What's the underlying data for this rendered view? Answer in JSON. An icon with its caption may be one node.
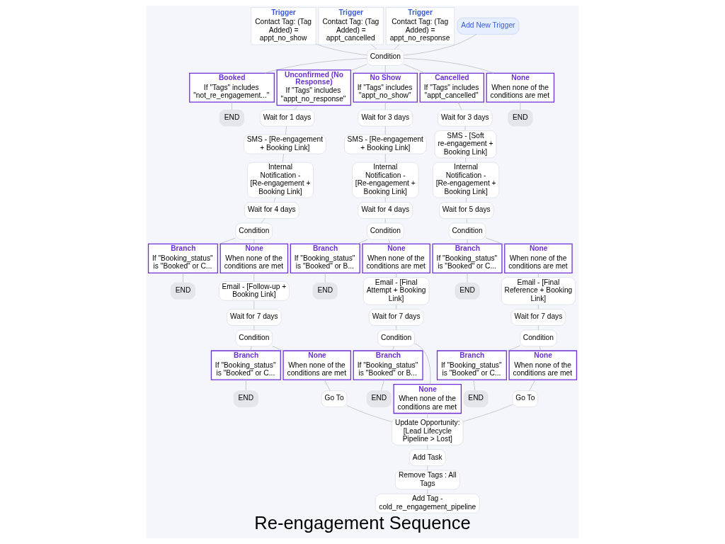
{
  "diagram": {
    "title": "Re-engagement Sequence",
    "nodes": [
      {
        "text": [
          "Trigger",
          "Contact Tag: (Tag Added) = appt_no_show"
        ]
      },
      {
        "text": [
          "Trigger",
          "Contact Tag: (Tag Added) = appt_cancelled"
        ]
      },
      {
        "text": [
          "Trigger",
          "Contact Tag: (Tag Added) = appt_no_response"
        ]
      },
      {
        "text": [
          "Add New Trigger"
        ]
      },
      {
        "text": [
          "Condition"
        ]
      },
      {
        "text": [
          "Booked",
          "If \"Tags\" includes \"not_re_engagement...\""
        ]
      },
      {
        "text": [
          "Unconfirmed (No Response)",
          "If \"Tags\" includes \"appt_no_response\""
        ]
      },
      {
        "text": [
          "No Show",
          "If \"Tags\" includes \"appt_no_show\""
        ]
      },
      {
        "text": [
          "Cancelled",
          "If \"Tags\" includes \"appt_cancelled\""
        ]
      },
      {
        "text": [
          "None",
          "When none of the conditions are met"
        ]
      },
      {
        "text": [
          "END"
        ]
      },
      {
        "text": [
          "END"
        ]
      },
      {
        "text": [
          "Wait for 1 days"
        ]
      },
      {
        "text": [
          "SMS - [Re-engagement + Booking Link]"
        ]
      },
      {
        "text": [
          "Internal Notification - [Re-engagement + Booking Link]"
        ]
      },
      {
        "text": [
          "Wait for 4 days"
        ]
      },
      {
        "text": [
          "Condition"
        ]
      },
      {
        "text": [
          "Wait for 3 days"
        ]
      },
      {
        "text": [
          "SMS - [Re-engagement + Booking Link]"
        ]
      },
      {
        "text": [
          "Internal Notification - [Re-engagement + Booking Link]"
        ]
      },
      {
        "text": [
          "Wait for 4 days"
        ]
      },
      {
        "text": [
          "Condition"
        ]
      },
      {
        "text": [
          "Wait for 3 days"
        ]
      },
      {
        "text": [
          "SMS - [Soft re-engagement + Booking Link]"
        ]
      },
      {
        "text": [
          "Internal Notification - [Re-engagement + Booking Link]"
        ]
      },
      {
        "text": [
          "Wait for 5 days"
        ]
      },
      {
        "text": [
          "Condition"
        ]
      },
      {
        "text": [
          "Branch",
          "If \"Booking_status\" is \"Booked\" or C..."
        ]
      },
      {
        "text": [
          "None",
          "When none of the conditions are met"
        ]
      },
      {
        "text": [
          "END"
        ]
      },
      {
        "text": [
          "Email - [Follow-up + Booking Link]"
        ]
      },
      {
        "text": [
          "Wait for 7 days"
        ]
      },
      {
        "text": [
          "Condition"
        ]
      },
      {
        "text": [
          "Branch",
          "If \"Booking_status\" is \"Booked\" or C..."
        ]
      },
      {
        "text": [
          "None",
          "When none of the conditions are met"
        ]
      },
      {
        "text": [
          "END"
        ]
      },
      {
        "text": [
          "Go To"
        ]
      },
      {
        "text": [
          "Branch",
          "If \"Booking_status\" is \"Booked\" or B..."
        ]
      },
      {
        "text": [
          "None",
          "When none of the conditions are met"
        ]
      },
      {
        "text": [
          "END"
        ]
      },
      {
        "text": [
          "Email - [Final Attempt + Booking Link]"
        ]
      },
      {
        "text": [
          "Wait for 7 days"
        ]
      },
      {
        "text": [
          "Condition"
        ]
      },
      {
        "text": [
          "Branch",
          "If \"Booking_status\" is \"Booked\" or B..."
        ]
      },
      {
        "text": [
          "None",
          "When none of the conditions are met"
        ]
      },
      {
        "text": [
          "END"
        ]
      },
      {
        "text": [
          "Update Opportunity: [Lead Lifecycle Pipeline > Lost]"
        ]
      },
      {
        "text": [
          "Branch",
          "If \"Booking_status\" is \"Booked\" or C..."
        ]
      },
      {
        "text": [
          "None",
          "When none of the conditions are met"
        ]
      },
      {
        "text": [
          "END"
        ]
      },
      {
        "text": [
          "Email - [Final Reference + Booking Link]"
        ]
      },
      {
        "text": [
          "Wait for 7 days"
        ]
      },
      {
        "text": [
          "Condition"
        ]
      },
      {
        "text": [
          "Branch",
          "If \"Booking_status\" is \"Booked\" or C..."
        ]
      },
      {
        "text": [
          "None",
          "When none of the conditions are met"
        ]
      },
      {
        "text": [
          "END"
        ]
      },
      {
        "text": [
          "Go To"
        ]
      },
      {
        "text": [
          "Add Task"
        ]
      },
      {
        "text": [
          "Remove Tags : All Tags"
        ]
      },
      {
        "text": [
          "Add Tag - cold_re_engagement_pipeline"
        ]
      }
    ],
    "edges": [
      {
        "from": 0,
        "to": 4,
        "arrow": "none"
      },
      {
        "from": 1,
        "to": 4,
        "arrow": "none"
      },
      {
        "from": 2,
        "to": 4,
        "arrow": "none"
      },
      {
        "from": 3,
        "to": 4,
        "arrow": "none"
      },
      {
        "from": 4,
        "to": 5,
        "arrow": "none"
      },
      {
        "from": 4,
        "to": 6,
        "arrow": "none"
      },
      {
        "from": 4,
        "to": 7,
        "arrow": "none"
      },
      {
        "from": 4,
        "to": 8,
        "arrow": "none"
      },
      {
        "from": 4,
        "to": 9,
        "arrow": "none"
      },
      {
        "from": 5,
        "to": 10,
        "arrow": "none"
      },
      {
        "from": 9,
        "to": 11,
        "arrow": "none"
      },
      {
        "from": 6,
        "to": 12,
        "arrow": "none"
      },
      {
        "from": 12,
        "to": 13,
        "arrow": "none"
      },
      {
        "from": 13,
        "to": 14,
        "arrow": "none"
      },
      {
        "from": 14,
        "to": 15,
        "arrow": "none"
      },
      {
        "from": 15,
        "to": 16,
        "arrow": "none"
      },
      {
        "from": 7,
        "to": 17,
        "arrow": "none"
      },
      {
        "from": 17,
        "to": 18,
        "arrow": "none"
      },
      {
        "from": 18,
        "to": 19,
        "arrow": "none"
      },
      {
        "from": 19,
        "to": 20,
        "arrow": "none"
      },
      {
        "from": 20,
        "to": 21,
        "arrow": "none"
      },
      {
        "from": 8,
        "to": 22,
        "arrow": "none"
      },
      {
        "from": 22,
        "to": 23,
        "arrow": "none"
      },
      {
        "from": 23,
        "to": 24,
        "arrow": "none"
      },
      {
        "from": 24,
        "to": 25,
        "arrow": "none"
      },
      {
        "from": 25,
        "to": 26,
        "arrow": "none"
      },
      {
        "from": 16,
        "to": 27,
        "arrow": "none"
      },
      {
        "from": 16,
        "to": 28,
        "arrow": "none"
      },
      {
        "from": 27,
        "to": 29,
        "arrow": "none"
      },
      {
        "from": 28,
        "to": 30,
        "arrow": "none"
      },
      {
        "from": 30,
        "to": 31,
        "arrow": "none"
      },
      {
        "from": 31,
        "to": 32,
        "arrow": "none"
      },
      {
        "from": 32,
        "to": 33,
        "arrow": "none"
      },
      {
        "from": 32,
        "to": 34,
        "arrow": "none"
      },
      {
        "from": 33,
        "to": 35,
        "arrow": "none"
      },
      {
        "from": 34,
        "to": 36,
        "arrow": "none"
      },
      {
        "from": 21,
        "to": 37,
        "arrow": "none"
      },
      {
        "from": 21,
        "to": 38,
        "arrow": "none"
      },
      {
        "from": 37,
        "to": 39,
        "arrow": "none"
      },
      {
        "from": 38,
        "to": 40,
        "arrow": "none"
      },
      {
        "from": 40,
        "to": 41,
        "arrow": "none"
      },
      {
        "from": 41,
        "to": 42,
        "arrow": "none"
      },
      {
        "from": 42,
        "to": 43,
        "arrow": "none"
      },
      {
        "from": 42,
        "to": 44,
        "arrow": "none"
      },
      {
        "from": 43,
        "to": 45,
        "arrow": "none"
      },
      {
        "from": 44,
        "to": 46,
        "arrow": "none"
      },
      {
        "from": 26,
        "to": 47,
        "arrow": "none"
      },
      {
        "from": 26,
        "to": 48,
        "arrow": "none"
      },
      {
        "from": 47,
        "to": 49,
        "arrow": "none"
      },
      {
        "from": 48,
        "to": 50,
        "arrow": "none"
      },
      {
        "from": 50,
        "to": 51,
        "arrow": "none"
      },
      {
        "from": 51,
        "to": 52,
        "arrow": "none"
      },
      {
        "from": 52,
        "to": 53,
        "arrow": "none"
      },
      {
        "from": 52,
        "to": 54,
        "arrow": "none"
      },
      {
        "from": 53,
        "to": 55,
        "arrow": "none"
      },
      {
        "from": 54,
        "to": 56,
        "arrow": "none"
      },
      {
        "from": 36,
        "to": 46,
        "arrow": "none"
      },
      {
        "from": 56,
        "to": 46,
        "arrow": "none"
      },
      {
        "from": 46,
        "to": 57,
        "arrow": "none"
      },
      {
        "from": 57,
        "to": 58,
        "arrow": "none"
      },
      {
        "from": 58,
        "to": 59,
        "arrow": "none"
      }
    ]
  }
}
